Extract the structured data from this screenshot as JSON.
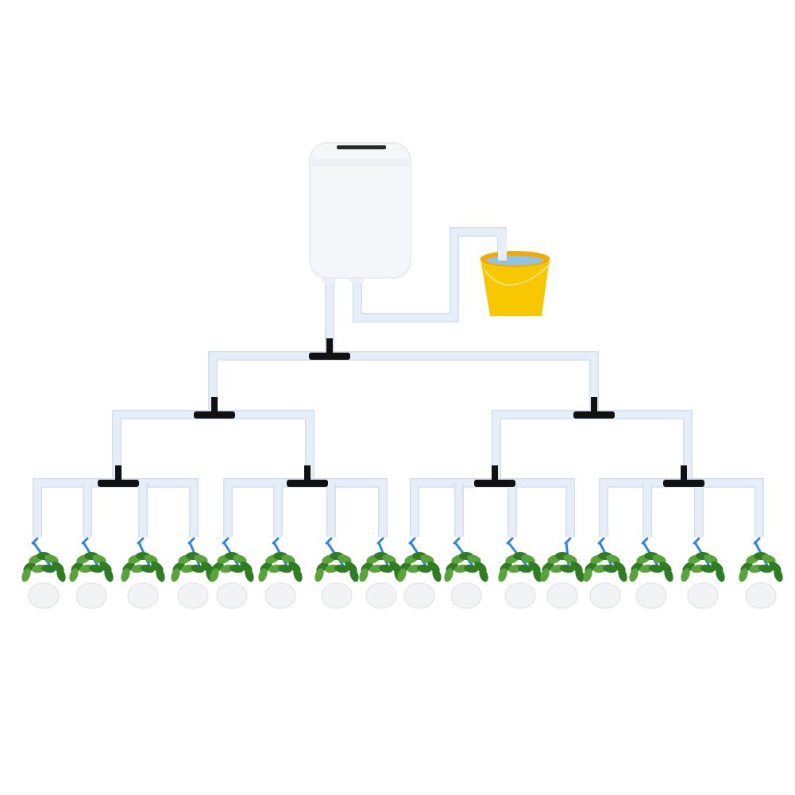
{
  "diagram": {
    "components": {
      "controller": "water-pump-controller",
      "reservoir": "water-bucket",
      "connector": "tee-connector",
      "emitter": "drip-stake",
      "plant": "potted-plant"
    },
    "plant_count": 16,
    "tee_count": 7,
    "colors": {
      "background": "#ffffff",
      "tube": "#e6eef8",
      "tube_edge": "#d2dfef",
      "controller_body": "#f4f6fa",
      "tee": "#111111",
      "drip_line": "#2f86e0",
      "bucket": "#f7c800",
      "bucket_rim": "#f3a900",
      "water": "#8fc4e6",
      "leaf": "#2e7d23",
      "leaf_light": "#5aa33a",
      "pot": "#f2f3f5"
    }
  }
}
